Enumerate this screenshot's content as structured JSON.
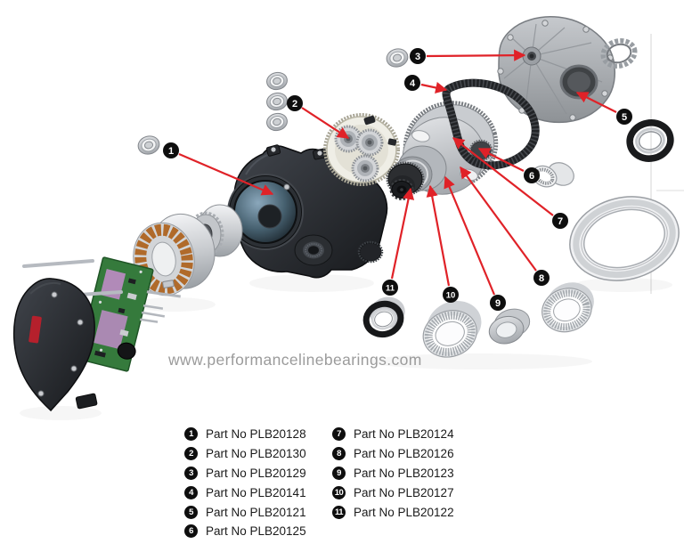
{
  "watermark": "www.performancelinebearings.com",
  "legend": {
    "items": [
      {
        "num": "1",
        "label": "Part No PLB20128"
      },
      {
        "num": "2",
        "label": "Part No PLB20130"
      },
      {
        "num": "3",
        "label": "Part No PLB20129"
      },
      {
        "num": "4",
        "label": "Part No PLB20141"
      },
      {
        "num": "5",
        "label": "Part No PLB20121"
      },
      {
        "num": "6",
        "label": "Part No PLB20125"
      },
      {
        "num": "7",
        "label": "Part No PLB20124"
      },
      {
        "num": "8",
        "label": "Part No PLB20126"
      },
      {
        "num": "9",
        "label": "Part No PLB20123"
      },
      {
        "num": "10",
        "label": "Part No PLB20127"
      },
      {
        "num": "11",
        "label": "Part No PLB20122"
      }
    ]
  },
  "colors": {
    "arrow": "#e02228",
    "balloon": "#0e0e0e",
    "watermark": "#9b9b9b"
  }
}
